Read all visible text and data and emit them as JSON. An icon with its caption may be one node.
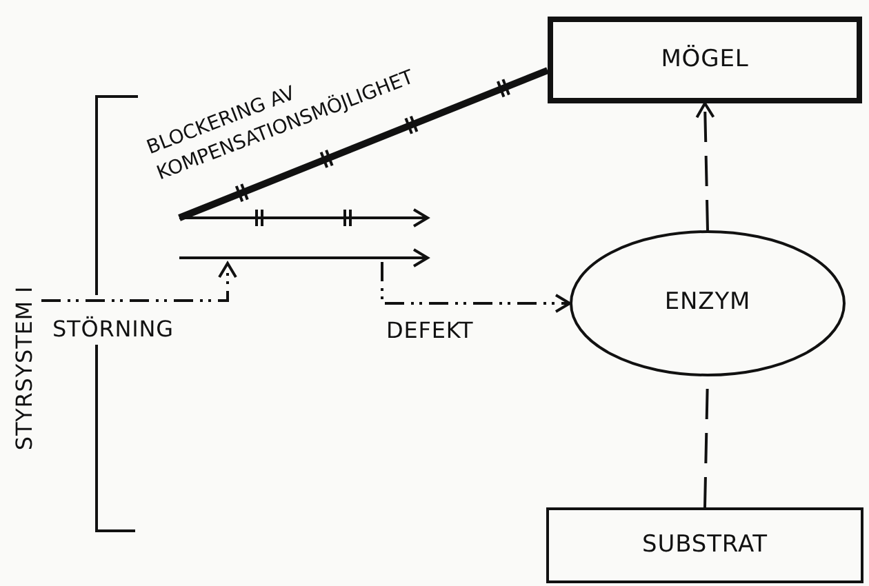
{
  "diagram": {
    "nodes": [
      {
        "text": [
          "MÖGEL"
        ]
      },
      {
        "text": [
          "ENZYM"
        ]
      },
      {
        "text": [
          "SUBSTRAT"
        ]
      }
    ],
    "edges": [
      {
        "from": null,
        "to": 0,
        "arrow": "none",
        "label": "BLOCKERING AV KOMPENSATIONSMÖJLIGHET",
        "style": "thick"
      },
      {
        "from": null,
        "to": 1,
        "arrow": "to",
        "label": "DEFEKT",
        "style": "dashed"
      },
      {
        "from": 1,
        "to": 0,
        "arrow": "to",
        "style": "dashed"
      },
      {
        "from": 2,
        "to": 1,
        "arrow": "none",
        "style": "dashed"
      }
    ],
    "labels": [
      "STYRSYSTEM I",
      "STÖRNING"
    ]
  }
}
